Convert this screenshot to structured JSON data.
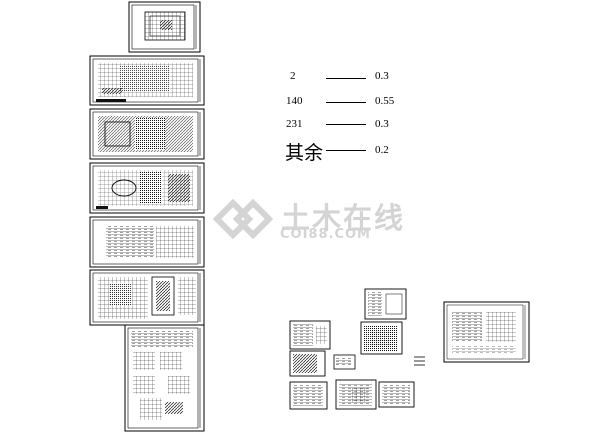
{
  "lineweight_table": [
    {
      "color_index": "2",
      "weight": "0.3"
    },
    {
      "color_index": "140",
      "weight": "0.55"
    },
    {
      "color_index": "231",
      "weight": "0.3"
    },
    {
      "color_index": "其余",
      "weight": "0.2"
    }
  ],
  "watermark": {
    "cn": "土木在线",
    "en": "COI88.COM",
    "color": "#d4d4d4"
  },
  "colors": {
    "ink": "#000000",
    "background": "#ffffff"
  }
}
